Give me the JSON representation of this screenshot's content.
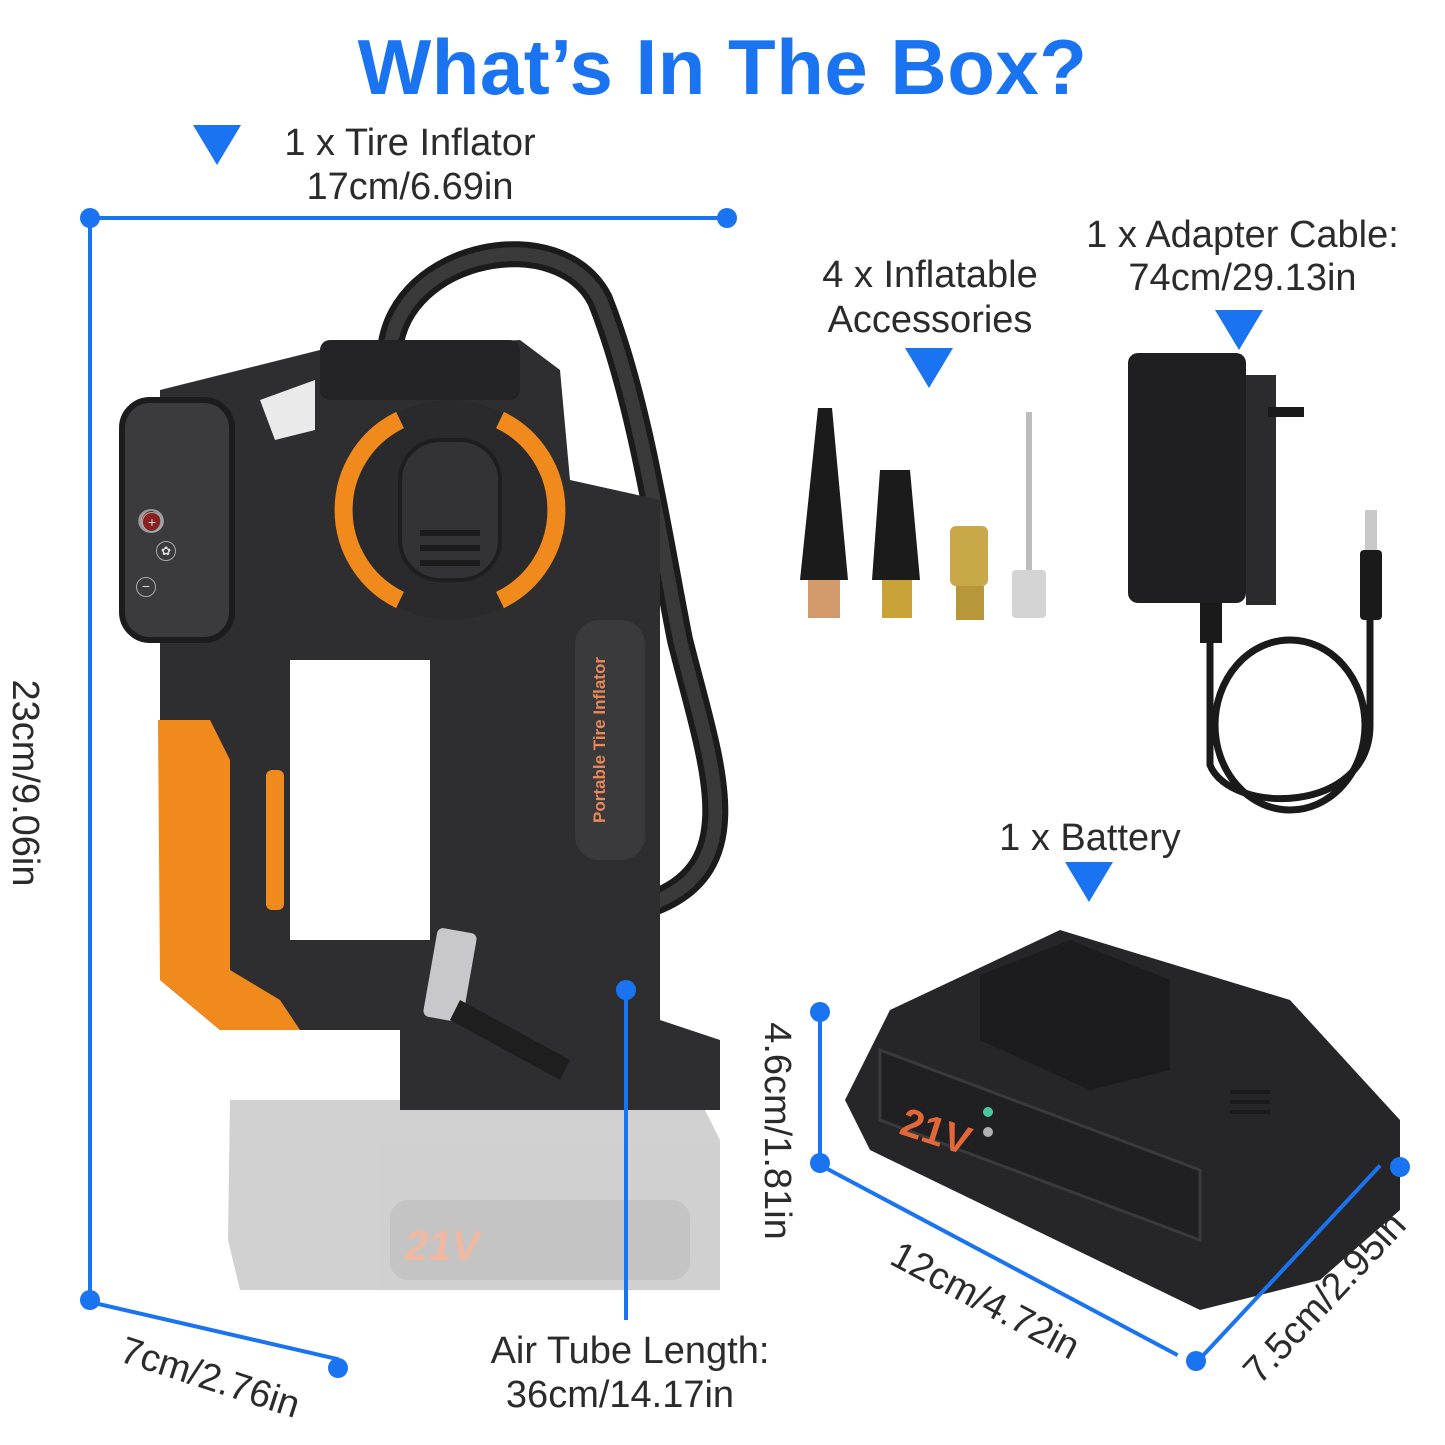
{
  "title": "What’s In The Box?",
  "items": {
    "tire_inflator": {
      "label": "1 x Tire Inflator",
      "size": "17cm/6.69in"
    },
    "accessories": {
      "label_line1": "4 x Inflatable",
      "label_line2": "Accessories"
    },
    "adapter": {
      "label": "1 x Adapter Cable:",
      "size": "74cm/29.13in"
    },
    "battery": {
      "label": "1 x Battery"
    }
  },
  "dimensions": {
    "inflator_height": "23cm/9.06in",
    "inflator_depth": "7cm/2.76in",
    "air_tube_label": "Air Tube Length:",
    "air_tube_size": "36cm/14.17in",
    "battery_height": "4.6cm/1.81in",
    "battery_length": "12cm/4.72in",
    "battery_width": "7.5cm/2.95in"
  },
  "product": {
    "side_label": "Portable Tire Inflator",
    "battery_voltage": "21V",
    "ghost_battery_voltage": "21V"
  },
  "colors": {
    "accent_blue": "#1a73f0",
    "tool_orange": "#f08a1c",
    "body_dark": "#2e2e30"
  }
}
